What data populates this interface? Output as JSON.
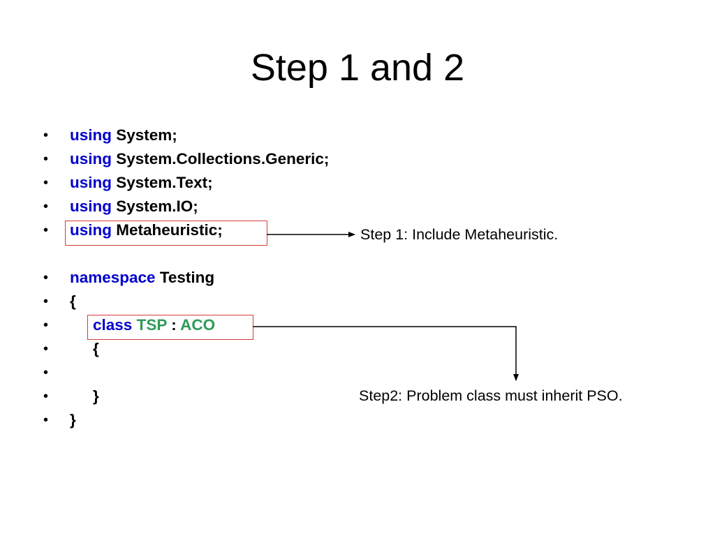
{
  "slide": {
    "title": "Step 1 and 2"
  },
  "code": {
    "bullet": "•",
    "lines": [
      {
        "kw": "using",
        "text": " System;"
      },
      {
        "kw": "using",
        "text": " System.Collections.Generic;"
      },
      {
        "kw": "using",
        "text": " System.Text;"
      },
      {
        "kw": "using",
        "text": " System.IO;"
      },
      {
        "kw": "using",
        "text": " Metaheuristic;"
      },
      {
        "kw": "namespace",
        "text": " Testing"
      },
      {
        "text": "{"
      },
      {
        "kw": "class",
        "cls1": "TSP",
        "sep": " : ",
        "cls2": "ACO"
      },
      {
        "text": "{"
      },
      {
        "text": ""
      },
      {
        "text": "}"
      },
      {
        "text": "}"
      }
    ]
  },
  "annotations": {
    "step1": "Step 1: Include Metaheuristic.",
    "step2": "Step2: Problem class must inherit PSO."
  },
  "colors": {
    "keyword": "#0000cc",
    "class_name": "#2e9b57",
    "highlight_box": "#d63b3b",
    "arrow": "#000000"
  }
}
